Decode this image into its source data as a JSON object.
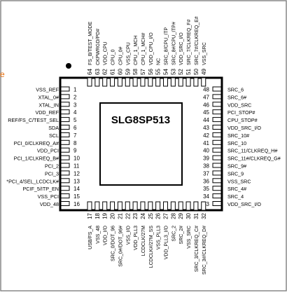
{
  "chip": {
    "part_number": "SLG8SP513",
    "colors": {
      "border": "#7f7f7f",
      "chip": "#000000",
      "label": "#000000",
      "stray": "#e46c0a"
    }
  },
  "stray_mark": "e",
  "left_pins": [
    {
      "num": "1",
      "name": "VSS_REF"
    },
    {
      "num": "2",
      "name": "XTAL_0#"
    },
    {
      "num": "3",
      "name": "XTAL_IN"
    },
    {
      "num": "4",
      "name": "VDD_REF"
    },
    {
      "num": "5",
      "name": "REF/FS_C/TEST_SEL"
    },
    {
      "num": "6",
      "name": "SDA"
    },
    {
      "num": "7",
      "name": "SCL"
    },
    {
      "num": "8",
      "name": "PCI_0/CLKREQ_A#"
    },
    {
      "num": "9",
      "name": "VDD_PCI"
    },
    {
      "num": "10",
      "name": "PCI_1/CLKREQ_B#"
    },
    {
      "num": "11",
      "name": "PCI_2"
    },
    {
      "num": "12",
      "name": "PCI_3"
    },
    {
      "num": "13",
      "name": "*PCI_4/SEL_LCDCLK#"
    },
    {
      "num": "14",
      "name": "PCIF_5/ITP_EN"
    },
    {
      "num": "15",
      "name": "VSS_PCI"
    },
    {
      "num": "16",
      "name": "VDD_48"
    }
  ],
  "right_pins": [
    {
      "num": "48",
      "name": "SRC_6"
    },
    {
      "num": "47",
      "name": "SRC_6#"
    },
    {
      "num": "46",
      "name": "VDD_SRC"
    },
    {
      "num": "45",
      "name": "PCI_STOP#"
    },
    {
      "num": "44",
      "name": "CPU_STOP#"
    },
    {
      "num": "43",
      "name": "VDD_SRC_I/O"
    },
    {
      "num": "42",
      "name": "SRC_10#"
    },
    {
      "num": "41",
      "name": "SRC_10"
    },
    {
      "num": "40",
      "name": "SRC_11/CLKREQ_H#"
    },
    {
      "num": "39",
      "name": "SRC_11#/CLKREQ_G#"
    },
    {
      "num": "38",
      "name": "SRC_9#"
    },
    {
      "num": "37",
      "name": "SRC_9"
    },
    {
      "num": "36",
      "name": "VSS_SRC"
    },
    {
      "num": "35",
      "name": "SRC_4#"
    },
    {
      "num": "34",
      "name": "SRC_4"
    },
    {
      "num": "33",
      "name": "VDD_SRC_I/O"
    }
  ],
  "top_pins": [
    {
      "num": "64",
      "name": "FS_B/TEST_MODE"
    },
    {
      "num": "63",
      "name": "CKPWRGD/PD#"
    },
    {
      "num": "62",
      "name": "VDD_CPU"
    },
    {
      "num": "61",
      "name": "CPU_0"
    },
    {
      "num": "60",
      "name": "CPU_0#"
    },
    {
      "num": "59",
      "name": "VSS_CPU"
    },
    {
      "num": "58",
      "name": "CPU_1_MCH"
    },
    {
      "num": "57",
      "name": "CPU_1_MCH#"
    },
    {
      "num": "56",
      "name": "VDD_CPU_I/O"
    },
    {
      "num": "55",
      "name": "NC"
    },
    {
      "num": "54",
      "name": "SRC_8/CPU_ITP"
    },
    {
      "num": "53",
      "name": "SRC_8#/CPU_ITP#"
    },
    {
      "num": "52",
      "name": "VDD_SRC_I/O"
    },
    {
      "num": "51",
      "name": "SRC_7/CLKREQ_F#"
    },
    {
      "num": "50",
      "name": "SRC_7#/CLKREQ_E#"
    },
    {
      "num": "49",
      "name": "VSS_SRC"
    }
  ],
  "bottom_pins": [
    {
      "num": "17",
      "name": "USB/FS_A"
    },
    {
      "num": "18",
      "name": "VSS_48"
    },
    {
      "num": "19",
      "name": "VDD_I/O"
    },
    {
      "num": "20",
      "name": "SRC_0/DOT_96"
    },
    {
      "num": "21",
      "name": "SRC_0#/DOT_96#"
    },
    {
      "num": "22",
      "name": "VSS_I/O"
    },
    {
      "num": "23",
      "name": "VDD_PLL3"
    },
    {
      "num": "24",
      "name": "LCDCLK/27M"
    },
    {
      "num": "25",
      "name": "LCDCLK#/27M_SS"
    },
    {
      "num": "26",
      "name": "VSS_PLL3"
    },
    {
      "num": "27",
      "name": "VDD_PLL3_I/O"
    },
    {
      "num": "28",
      "name": "SRC_2"
    },
    {
      "num": "29",
      "name": "SRC_2#"
    },
    {
      "num": "30",
      "name": "VSS_SRC"
    },
    {
      "num": "31",
      "name": "SRC_3/CLKREQ_C#"
    },
    {
      "num": "32",
      "name": "SRC_3#/CLKREQ_D#"
    }
  ]
}
